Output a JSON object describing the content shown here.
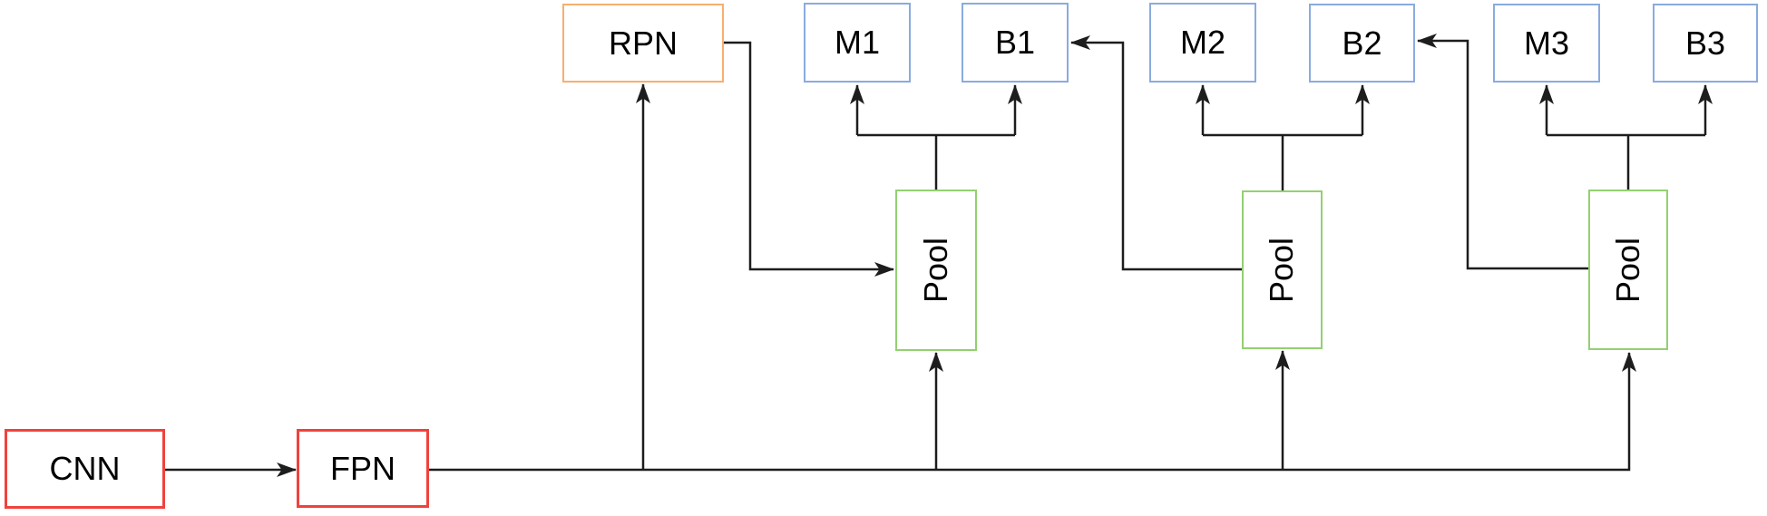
{
  "diagram": {
    "type": "flow-diagram",
    "description": "Cascade instance-segmentation network architecture: CNN backbone feeds FPN, which feeds RPN and three RoI pooling stages, each pooling stage feeding a mask head (M) and a box head (B).",
    "colors": {
      "red": "#f0423d",
      "orange": "#f7af6f",
      "blue": "#8aabdf",
      "green": "#93d071",
      "line": "#1d1d1d",
      "text": "#000000",
      "bg": "#ffffff"
    },
    "nodes": {
      "cnn": {
        "label": "CNN",
        "color_role": "red"
      },
      "fpn": {
        "label": "FPN",
        "color_role": "red"
      },
      "rpn": {
        "label": "RPN",
        "color_role": "orange"
      },
      "m1": {
        "label": "M1",
        "color_role": "blue"
      },
      "b1": {
        "label": "B1",
        "color_role": "blue"
      },
      "m2": {
        "label": "M2",
        "color_role": "blue"
      },
      "b2": {
        "label": "B2",
        "color_role": "blue"
      },
      "m3": {
        "label": "M3",
        "color_role": "blue"
      },
      "b3": {
        "label": "B3",
        "color_role": "blue"
      },
      "pool1": {
        "label": "Pool",
        "color_role": "green",
        "text_rotation": -90
      },
      "pool2": {
        "label": "Pool",
        "color_role": "green",
        "text_rotation": -90
      },
      "pool3": {
        "label": "Pool",
        "color_role": "green",
        "text_rotation": -90
      }
    },
    "edges": [
      {
        "from": "CNN",
        "to": "FPN"
      },
      {
        "from": "FPN",
        "to": "RPN"
      },
      {
        "from": "FPN",
        "to": "Pool-1"
      },
      {
        "from": "FPN",
        "to": "Pool-2"
      },
      {
        "from": "FPN",
        "to": "Pool-3"
      },
      {
        "from": "RPN",
        "to": "Pool-1"
      },
      {
        "from": "Pool-1",
        "to": "M1"
      },
      {
        "from": "Pool-1",
        "to": "B1"
      },
      {
        "from": "Pool-2",
        "to": "M2"
      },
      {
        "from": "Pool-2",
        "to": "B2"
      },
      {
        "from": "Pool-3",
        "to": "M3"
      },
      {
        "from": "Pool-3",
        "to": "B3"
      },
      {
        "from": "Pool-2",
        "to": "B1"
      },
      {
        "from": "Pool-3",
        "to": "B2"
      }
    ]
  }
}
